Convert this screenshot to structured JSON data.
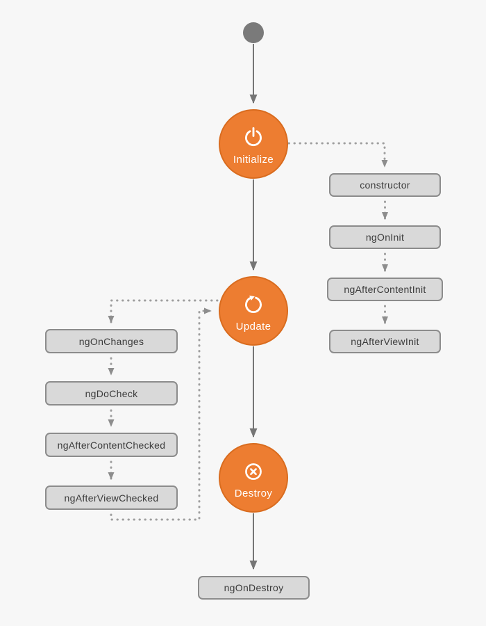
{
  "diagram": {
    "stages": [
      {
        "label": "Initialize",
        "icon": "power-icon"
      },
      {
        "label": "Update",
        "icon": "refresh-icon"
      },
      {
        "label": "Destroy",
        "icon": "close-circle-icon"
      }
    ],
    "init_hooks": [
      "constructor",
      "ngOnInit",
      "ngAfterContentInit",
      "ngAfterViewInit"
    ],
    "update_hooks": [
      "ngOnChanges",
      "ngDoCheck",
      "ngAfterContentChecked",
      "ngAfterViewChecked"
    ],
    "destroy_hooks": [
      "ngOnDestroy"
    ],
    "colors": {
      "background": "#f7f7f7",
      "stage_fill": "#ed7d31",
      "stage_border": "#d96c1f",
      "stage_text": "#ffffff",
      "hook_fill": "#d9d9d9",
      "hook_border": "#8c8c8c",
      "hook_text": "#3b3b3b",
      "solid_line": "#757575",
      "dotted_line": "#9e9e9e",
      "start_node": "#7a7a7a"
    }
  }
}
